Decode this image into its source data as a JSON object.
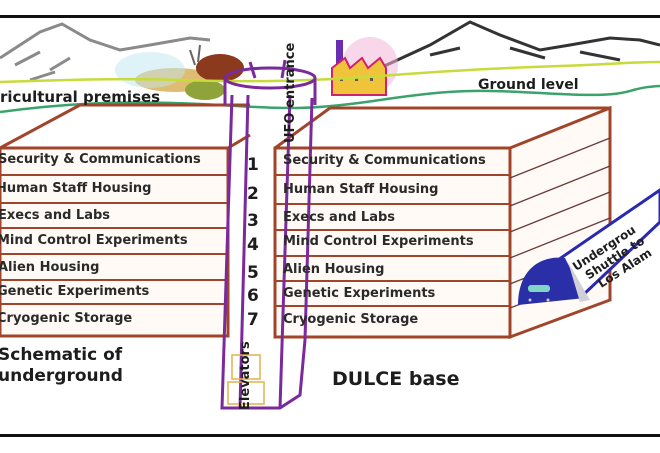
{
  "diagram": {
    "title": "DULCE base",
    "subtitle_line1": "Schematic of",
    "subtitle_line2": "underground",
    "surface_labels": {
      "agricultural": "ricultural premises",
      "ground_level": "Ground level"
    },
    "shaft_labels": {
      "ufo_entrance": "UFO entrance",
      "elevators": "Elevators"
    },
    "tunnel_label": {
      "line1": "Undergrou",
      "line2": "Shuttle to",
      "line3": "Los Alam"
    },
    "levels": [
      {
        "number": "1",
        "left_label": "Security & Communications",
        "right_label": "Security & Communications"
      },
      {
        "number": "2",
        "left_label": "Human Staff Housing",
        "right_label": "Human Staff Housing"
      },
      {
        "number": "3",
        "left_label": "Execs and Labs",
        "right_label": "Execs and Labs"
      },
      {
        "number": "4",
        "left_label": "Mind Control Experiments",
        "right_label": "Mind Control Experiments"
      },
      {
        "number": "5",
        "left_label": "Alien Housing",
        "right_label": "Alien Housing"
      },
      {
        "number": "6",
        "left_label": "Genetic Experiments",
        "right_label": "Genetic Experiments"
      },
      {
        "number": "7",
        "left_label": "Cryogenic Storage",
        "right_label": "Cryogenic Storage"
      }
    ],
    "colors": {
      "box_outline": "#a0452a",
      "shaft": "#7b2a9b",
      "ground_line_green": "#3aa36b",
      "ground_line_yellow": "#c7db3a",
      "tunnel_blue": "#2a2ab0",
      "mountain": "#5a5a5a"
    },
    "icons": [
      "mountain-icon",
      "factory-icon",
      "farm-icon",
      "shuttle-train-icon"
    ]
  }
}
